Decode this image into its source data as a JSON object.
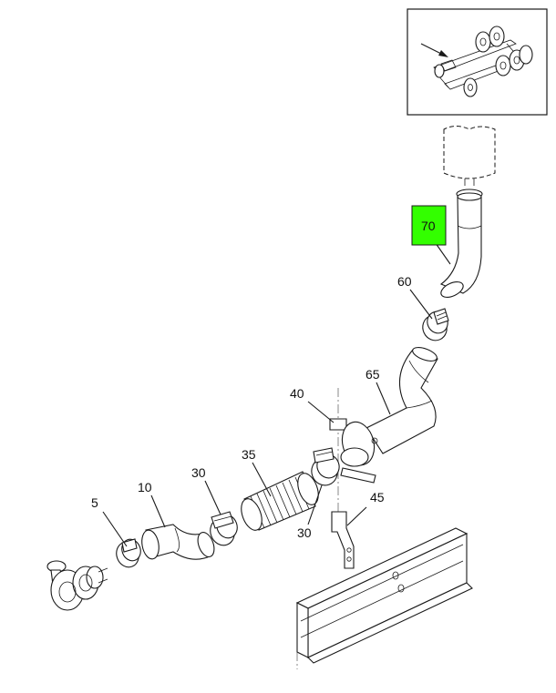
{
  "callouts": [
    {
      "id": "c5",
      "label": "5"
    },
    {
      "id": "c10",
      "label": "10"
    },
    {
      "id": "c30a",
      "label": "30"
    },
    {
      "id": "c35",
      "label": "35"
    },
    {
      "id": "c30b",
      "label": "30"
    },
    {
      "id": "c40",
      "label": "40"
    },
    {
      "id": "c45",
      "label": "45"
    },
    {
      "id": "c60",
      "label": "60"
    },
    {
      "id": "c65",
      "label": "65"
    },
    {
      "id": "c70",
      "label": "70",
      "highlighted": true
    }
  ],
  "colors": {
    "highlight": "#33ff00",
    "line": "#1a1a1a"
  }
}
